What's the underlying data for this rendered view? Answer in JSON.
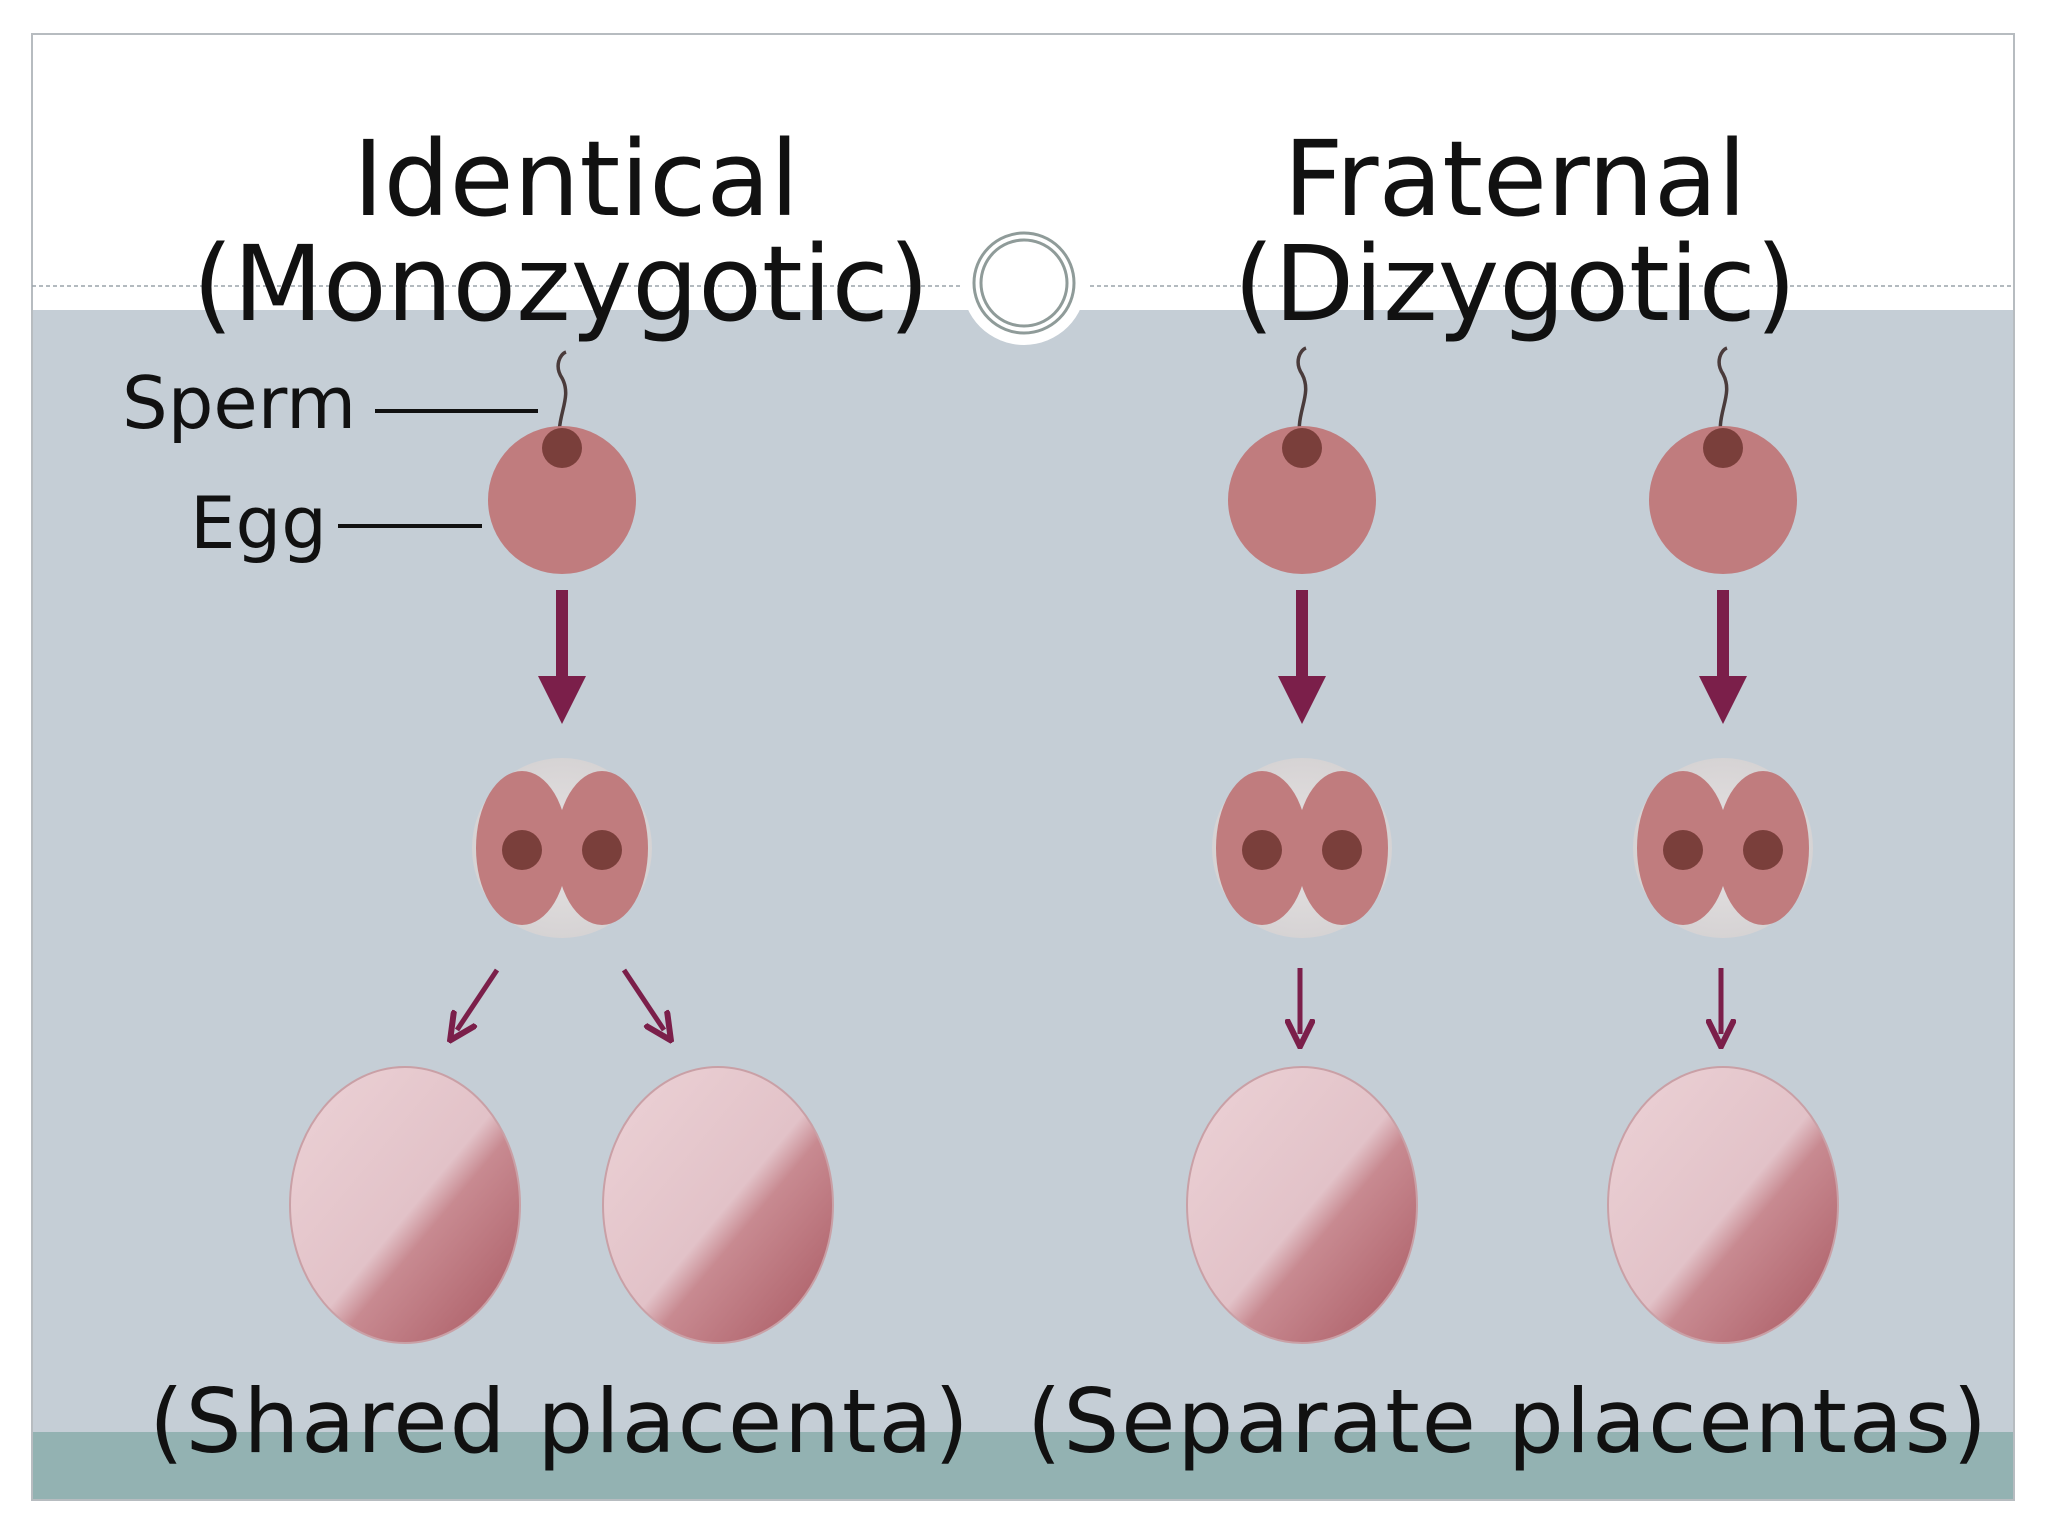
{
  "titles": {
    "identical_line1": "Identical",
    "identical_line2": "(Monozygotic)",
    "fraternal_line1": "Fraternal",
    "fraternal_line2": "(Dizygotic)"
  },
  "labels": {
    "sperm": "Sperm",
    "egg": "Egg"
  },
  "captions": {
    "shared": "(Shared placenta)",
    "separate": "(Separate placentas)"
  },
  "colors": {
    "slide_background": "#c5ced6",
    "header_background": "#ffffff",
    "footer_band": "#93b2b2",
    "egg": "#c07c7e",
    "nucleus": "#7a3f3b",
    "arrow": "#7b1f4a",
    "placenta_light": "#e4c5cb",
    "placenta_dark": "#b76770",
    "text": "#111111"
  }
}
